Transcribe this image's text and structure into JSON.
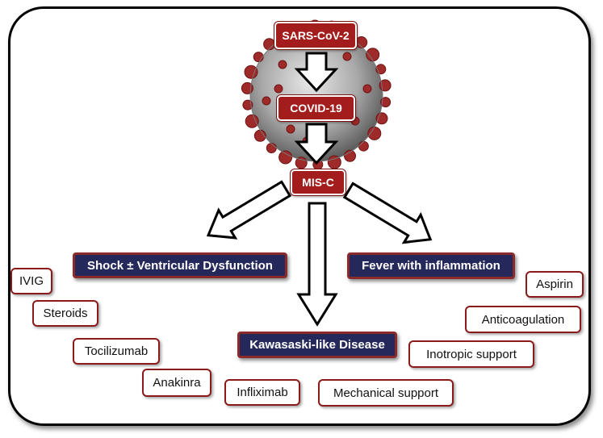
{
  "nodes": {
    "sars": "SARS-CoV-2",
    "covid": "COVID-19",
    "misc": "MIS-C",
    "shock": "Shock ± Ventricular Dysfunction",
    "fever": "Fever with inflammation",
    "kawasaki": "Kawasaski-like Disease"
  },
  "treatments": {
    "ivig": "IVIG",
    "steroids": "Steroids",
    "tocilizumab": "Tocilizumab",
    "anakinra": "Anakinra",
    "infliximab": "Infliximab",
    "mechanical": "Mechanical support",
    "inotropic": "Inotropic support",
    "anticoagulation": "Anticoagulation",
    "aspirin": "Aspirin"
  },
  "colors": {
    "red_box": "#a31d1d",
    "navy_box": "#24285a",
    "border_red": "#8b1a1a",
    "virus_spike": "#9e2a2a",
    "virus_body": "#b9b9b9"
  },
  "icons": [
    "coronavirus-image",
    "down-arrow",
    "diagonal-arrow"
  ]
}
